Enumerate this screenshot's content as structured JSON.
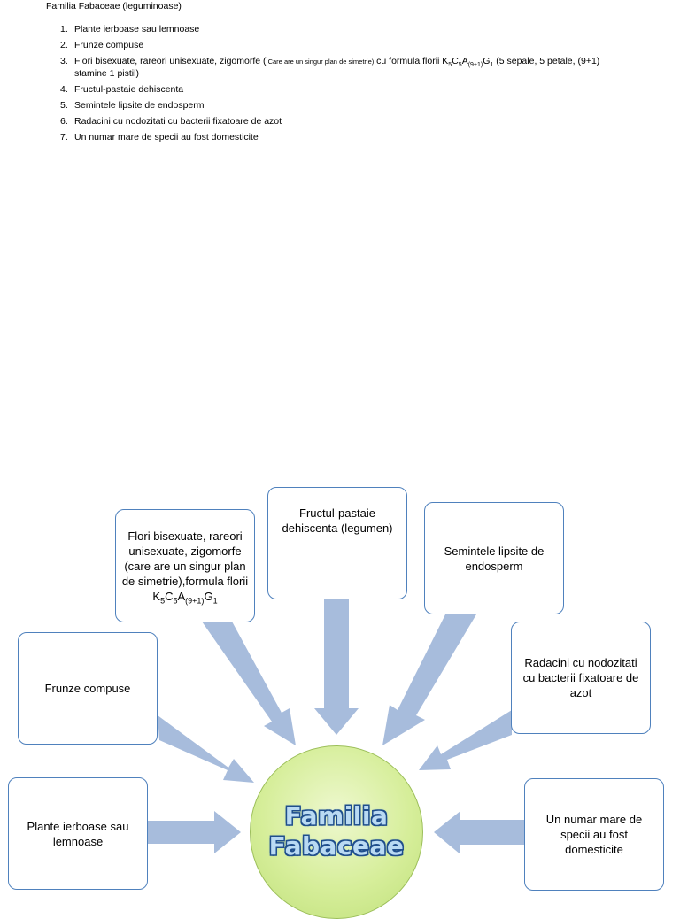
{
  "document": {
    "heading": "Familia Fabaceae (leguminoase)",
    "items": [
      {
        "num": "1.",
        "text": "Plante ierboase sau lemnoase"
      },
      {
        "num": "2.",
        "text": "Frunze compuse"
      },
      {
        "num": "3.",
        "text_a": "Flori bisexuate, rareori unisexuate, zigomorfe (",
        "small": " Care are un singur plan de simetrie)",
        "text_b": " cu formula florii K",
        "s1": "5",
        "c": "C",
        "s2": "5",
        "a": "A",
        "s3": "(9+1)",
        "g": "G",
        "s4": "1",
        "text_c": " (5 sepale, 5 petale, (9+1) stamine 1 pistil)"
      },
      {
        "num": "4.",
        "text": "Fructul-pastaie dehiscenta"
      },
      {
        "num": "5.",
        "text": "Semintele lipsite de endosperm"
      },
      {
        "num": "6.",
        "text": "Radacini cu nodozitati cu bacterii fixatoare de azot"
      },
      {
        "num": "7.",
        "text": "Un numar mare de specii au fost domesticite"
      }
    ]
  },
  "diagram": {
    "center": {
      "line1": "Familia",
      "line2": "Fabaceae"
    },
    "nodes": {
      "plante": "Plante ierboase sau lemnoase",
      "frunze": "Frunze compuse",
      "flori": {
        "text": "Flori bisexuate, rareori unisexuate, zigomorfe (care are un singur plan de simetrie),formula florii K",
        "s1": "5",
        "c": "C",
        "s2": "5",
        "a": "A",
        "s3": "(9+1)",
        "g": "G",
        "s4": "1"
      },
      "fructul": "Fructul-pastaie dehiscenta (legumen)",
      "semintele": "Semintele lipsite de endosperm",
      "radacini": "Radacini cu nodozitati cu bacterii fixatoare de azot",
      "numar": "Un numar mare de specii au fost domesticite"
    },
    "colors": {
      "box_border": "#4f81bd",
      "arrow": "#a7bcdc",
      "circle": "#d6ee9a",
      "center_text": "#b9daf3",
      "center_outline": "#1f4e8c"
    }
  }
}
